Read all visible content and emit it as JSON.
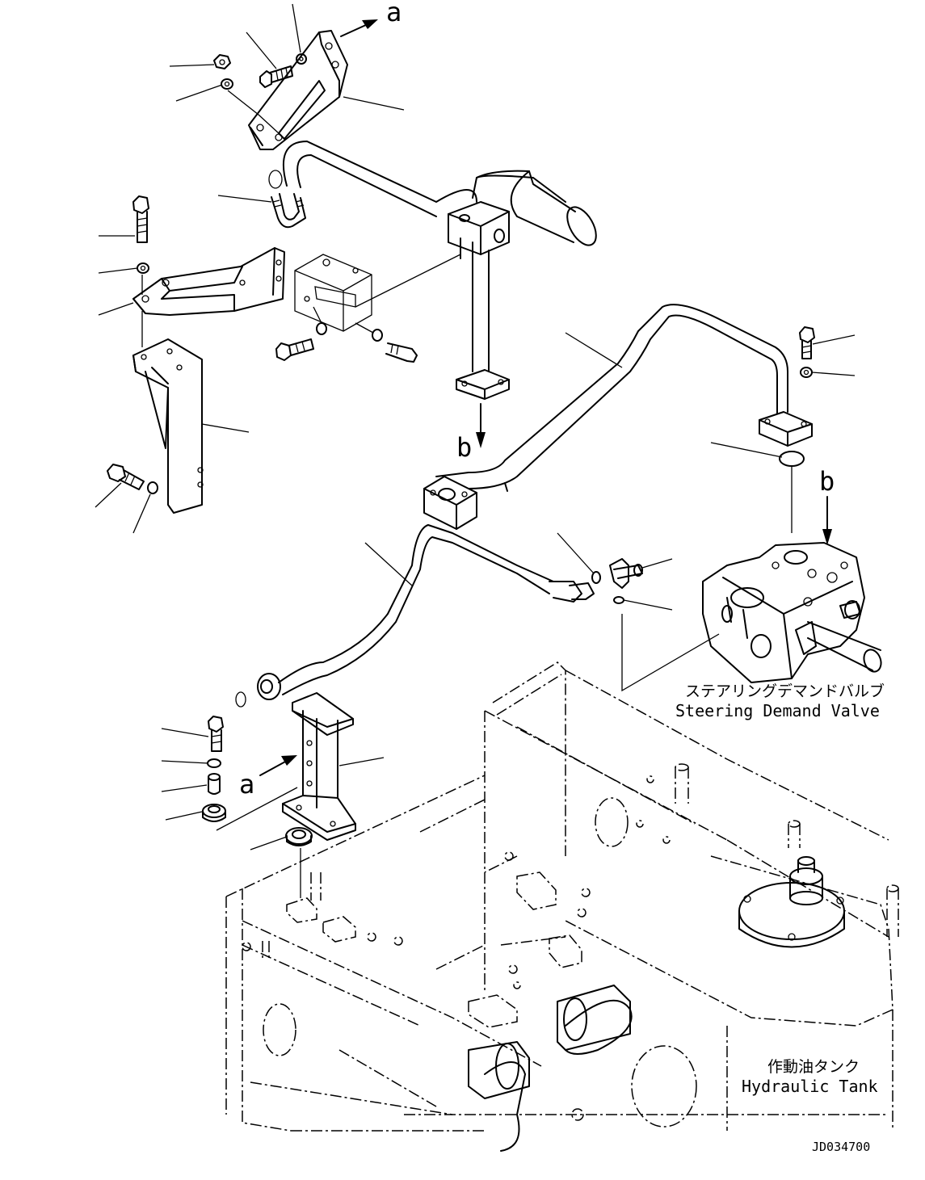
{
  "diagram": {
    "ref_letters": {
      "a": "a",
      "b": "b"
    },
    "labels": {
      "steering_jp": "ステアリングデマンドバルブ",
      "steering_en": "Steering Demand Valve",
      "tank_jp": "作動油タンク",
      "tank_en": "Hydraulic Tank"
    },
    "drawing_number": "JD034700"
  }
}
